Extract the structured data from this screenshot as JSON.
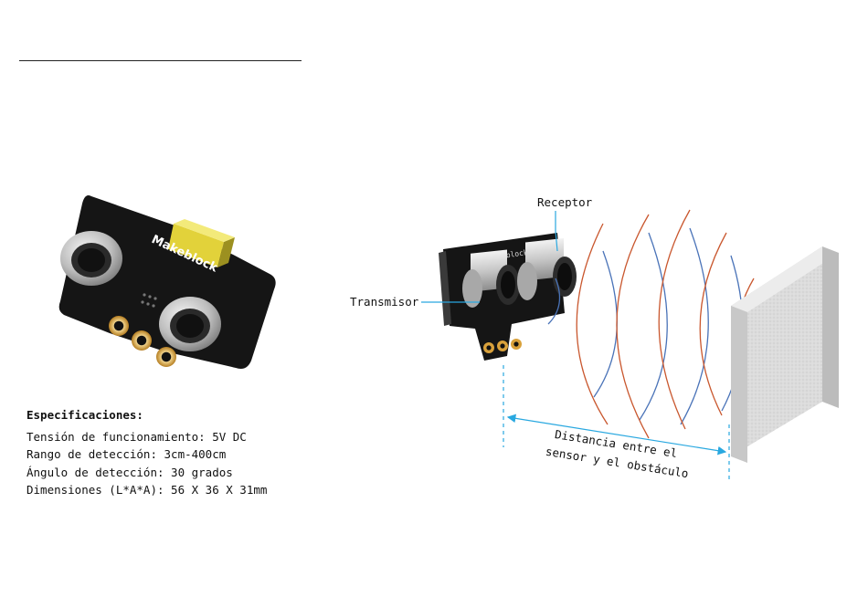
{
  "brand": "Makeblock",
  "specs": {
    "title": "Especificaciones:",
    "lines": [
      "Tensión de funcionamiento: 5V DC",
      "Rango de detección: 3cm-400cm",
      "Ángulo de detección: 30 grados",
      "Dimensiones (L*A*A): 56 X 36 X 31mm"
    ]
  },
  "diagram": {
    "receptor_label": "Receptor",
    "transmisor_label": "Transmisor",
    "distance_label_line1": "Distancia entre el",
    "distance_label_line2": "sensor y el obstáculo"
  },
  "colors": {
    "board": "#151515",
    "wave_red": "#c9572e",
    "wave_blue": "#4a73b8",
    "guide_cyan": "#29a8e0",
    "obstacle": "#d4d4d4",
    "connector": "#d9a13b"
  }
}
